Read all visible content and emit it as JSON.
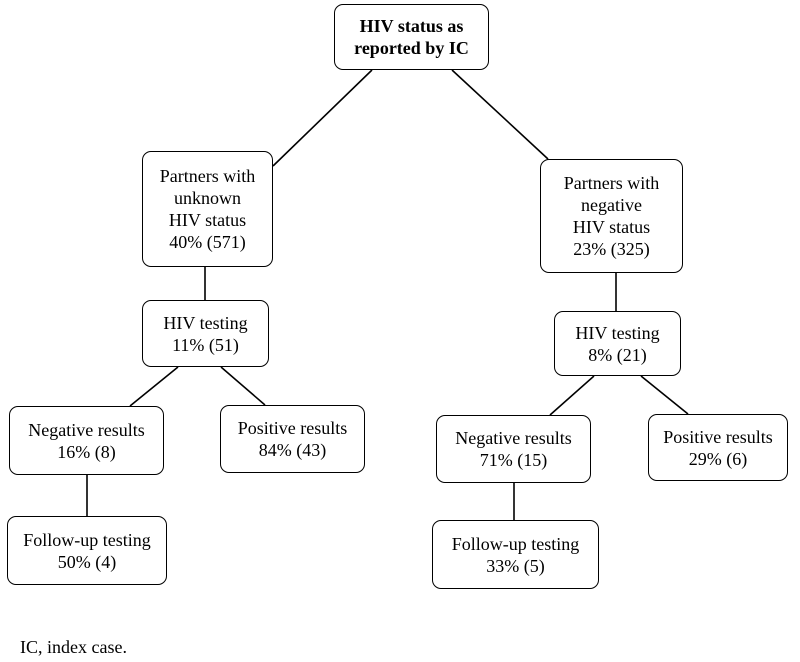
{
  "root": {
    "lines": [
      "HIV status as",
      "reported by IC"
    ]
  },
  "left_branch": {
    "group": {
      "lines": [
        "Partners with",
        "unknown",
        "HIV status",
        "40% (571)"
      ]
    },
    "testing": {
      "lines": [
        "HIV testing",
        "11% (51)"
      ]
    },
    "negative": {
      "lines": [
        "Negative results",
        "16% (8)"
      ]
    },
    "positive": {
      "lines": [
        "Positive results",
        "84% (43)"
      ]
    },
    "followup": {
      "lines": [
        "Follow-up testing",
        "50% (4)"
      ]
    }
  },
  "right_branch": {
    "group": {
      "lines": [
        "Partners with",
        "negative",
        "HIV status",
        "23% (325)"
      ]
    },
    "testing": {
      "lines": [
        "HIV testing",
        "8% (21)"
      ]
    },
    "negative": {
      "lines": [
        "Negative results",
        "71% (15)"
      ]
    },
    "positive": {
      "lines": [
        "Positive results",
        "29% (6)"
      ]
    },
    "followup": {
      "lines": [
        "Follow-up testing",
        "33% (5)"
      ]
    }
  },
  "footnote": "IC, index case."
}
